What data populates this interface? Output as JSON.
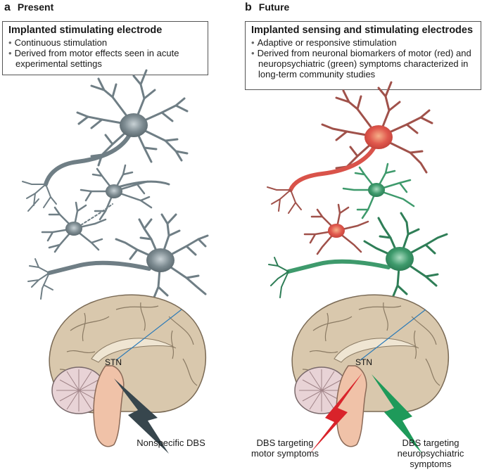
{
  "panel_a": {
    "letter": "a",
    "title": "Present",
    "box_title": "Implanted stimulating electrode",
    "bullets": [
      "Continuous stimulation",
      "Derived from motor effects seen in acute experimental settings"
    ],
    "stn_label": "STN",
    "dbs_label": "Nonspecific DBS"
  },
  "panel_b": {
    "letter": "b",
    "title": "Future",
    "box_title": "Implanted sensing and stimulating electrodes",
    "bullets": [
      "Adaptive or responsive stimulation",
      "Derived from neuronal biomarkers of motor (red) and neuropsychiatric (green) symptoms characterized in long-term community studies"
    ],
    "stn_label": "STN",
    "dbs_motor_label": "DBS targeting motor symptoms",
    "dbs_neuro_label": "DBS targeting neuropsychiatric symptoms"
  },
  "colors": {
    "neuron_grey": "#6f7e85",
    "neuron_red": "#d9534a",
    "neuron_green": "#3e9a6c",
    "brain": "#d9c8ad",
    "brainstem": "#f0c2a8",
    "cerebellum": "#e8d3d6",
    "bolt_grey": "#37464d",
    "bolt_red": "#d9232a",
    "bolt_green": "#1e9a5a",
    "electrode": "#2a7ab8"
  }
}
